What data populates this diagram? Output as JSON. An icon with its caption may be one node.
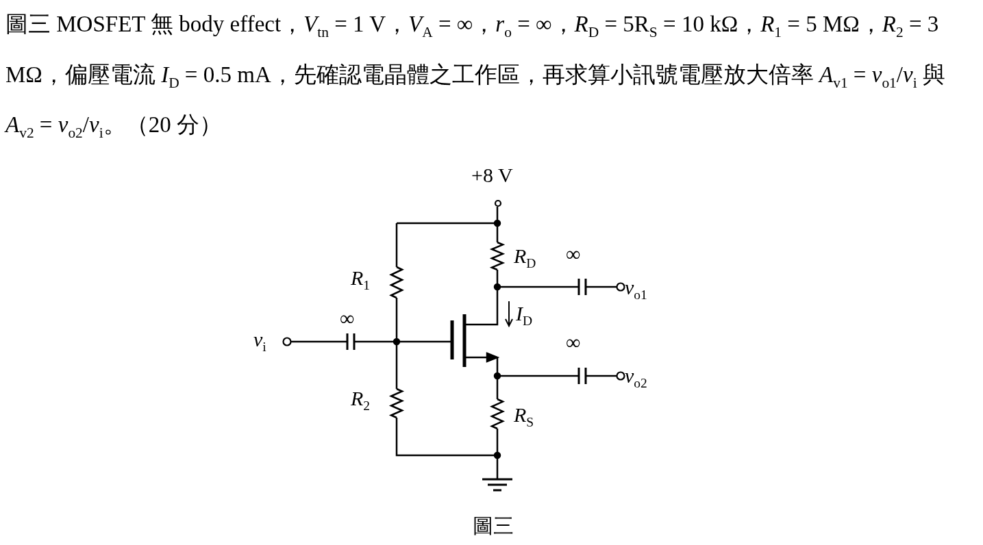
{
  "diagram": {
    "title": "圖三 MOSFET 無 body effect，*V*$_{tn}$ = 1 V，*V*$_{A}$ = ∞，*r*$_{o}$ = ∞，*R*$_{D}$ = 5R$_{S}$ = 10 kΩ，*R*$_{1}$ = 5 MΩ，*R*$_{2}$ = 3 MΩ，偏壓電流 *I*$_{D}$ = 0.5 mA，先確認電晶體之工作區，再求算小訊號電壓放大倍率 *A*$_{v1}$ = *v*$_{o1}$/*v*$_{i}$ 與 *A*$_{v2}$ = *v*$_{o2}$/*v*$_{i}$。（20 分）",
    "caption": "圖三",
    "labels": [
      "+8 V",
      "*R*$_{D}$",
      "∞",
      "*R*$_{1}$",
      "*v*$_{o1}$",
      "*I*$_{D}$",
      "∞",
      "*v*$_{i}$",
      "∞",
      "*v*$_{o2}$",
      "*R*$_{2}$",
      "*R*$_{S}$"
    ]
  }
}
